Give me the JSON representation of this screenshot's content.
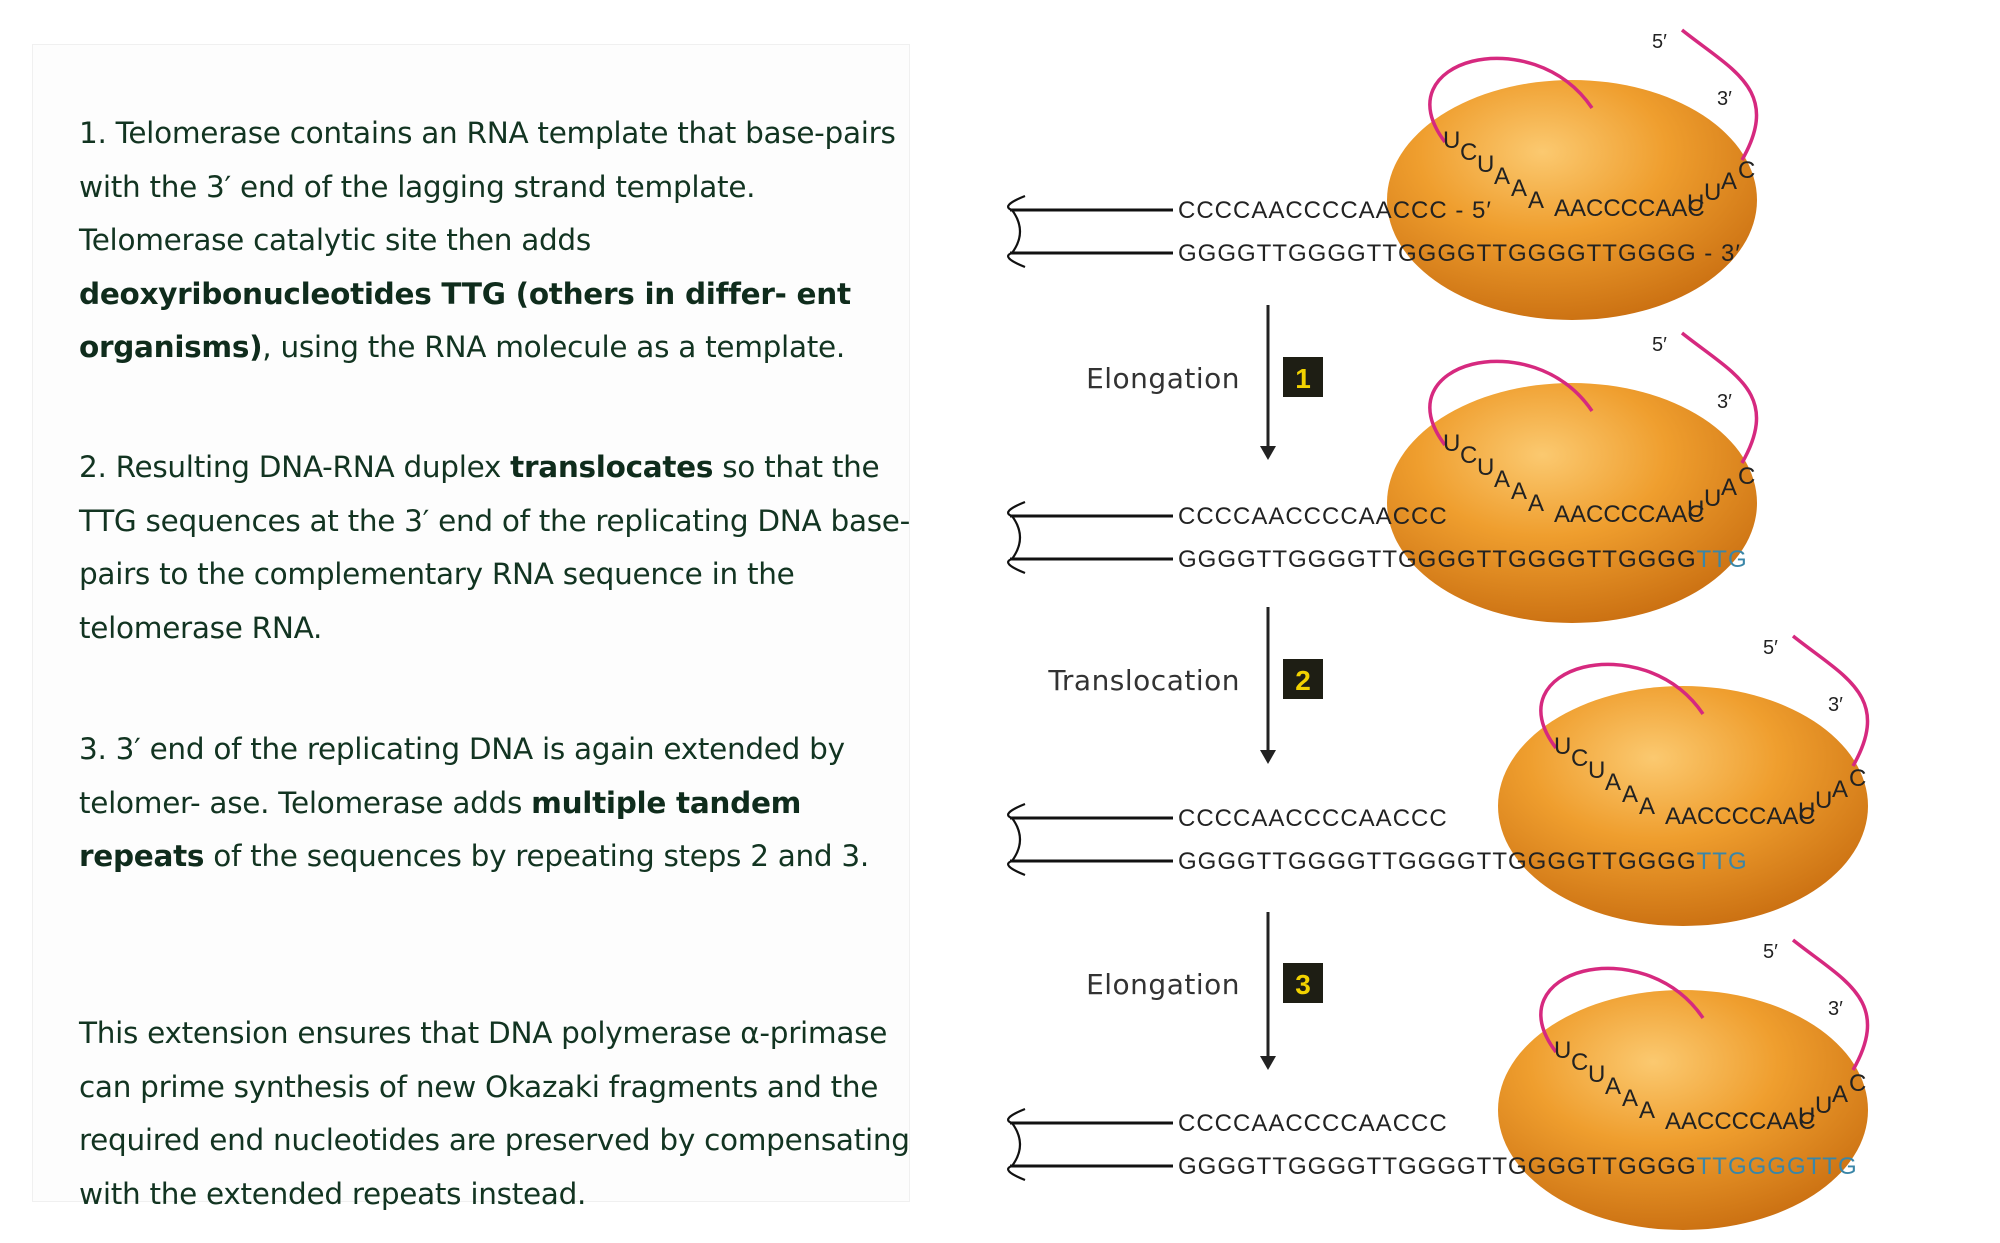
{
  "text": {
    "p1": {
      "a": "1. Telomerase contains an RNA template that base-pairs with the 3′ end of the lagging strand template. Telomerase catalytic site then adds ",
      "b": "deoxyribonucleotides TTG (others in differ- ent organisms)",
      "c": ", using the RNA molecule as a template."
    },
    "p2": {
      "a": "2. Resulting DNA-RNA duplex ",
      "b": "translocates",
      "c": " so that the TTG sequences at the 3′ end of the replicating DNA base-pairs to the complementary RNA sequence in the telomerase RNA."
    },
    "p3": {
      "a": "3. 3′ end of the replicating DNA is again extended by telomer- ase. Telomerase adds ",
      "b": "multiple tandem repeats",
      "c": " of the sequences by repeating steps 2 and 3."
    },
    "p4": "This extension ensures that DNA polymerase α-primase can prime synthesis of new Okazaki fragments and the required end nucleotides are preserved by compensating with the extended repeats instead."
  },
  "steps": [
    {
      "label": "Elongation",
      "num": "1"
    },
    {
      "label": "Translocation",
      "num": "2"
    },
    {
      "label": "Elongation",
      "num": "3"
    }
  ],
  "primes": {
    "five": "5′",
    "three": "3′"
  },
  "rna": {
    "left": [
      "U",
      "C",
      "U",
      "A",
      "A",
      "A"
    ],
    "mid": "AACCCCAAC",
    "right": [
      "U",
      "U",
      "A",
      "C"
    ]
  },
  "stages": [
    {
      "top": "CCCCAACCCCAACCC - 5′",
      "bottom": "GGGGTTGGGGTTGGGGTTGGGGTTGGGG",
      "bottom_ext": "",
      "bottom_end": " - 3′"
    },
    {
      "top": "CCCCAACCCCAACCC",
      "bottom": "GGGGTTGGGGTTGGGGTTGGGGTTGGGG",
      "bottom_ext": "TTG",
      "bottom_end": ""
    },
    {
      "top": "CCCCAACCCCAACCC",
      "bottom": "GGGGTTGGGGTTGGGGTTGGGGTTGGGG",
      "bottom_ext": "TTG",
      "bottom_end": ""
    },
    {
      "top": "CCCCAACCCCAACCC",
      "bottom": "GGGGTTGGGGTTGGGGTTGGGGTTGGGG",
      "bottom_ext": "TTGGGGTTG",
      "bottom_end": ""
    }
  ],
  "colors": {
    "enzyme": "#e89420",
    "rna_loop": "#d6297f",
    "added_bases": "#3a86a8",
    "step_box": "#1e1e14",
    "step_num": "#f2d200"
  }
}
